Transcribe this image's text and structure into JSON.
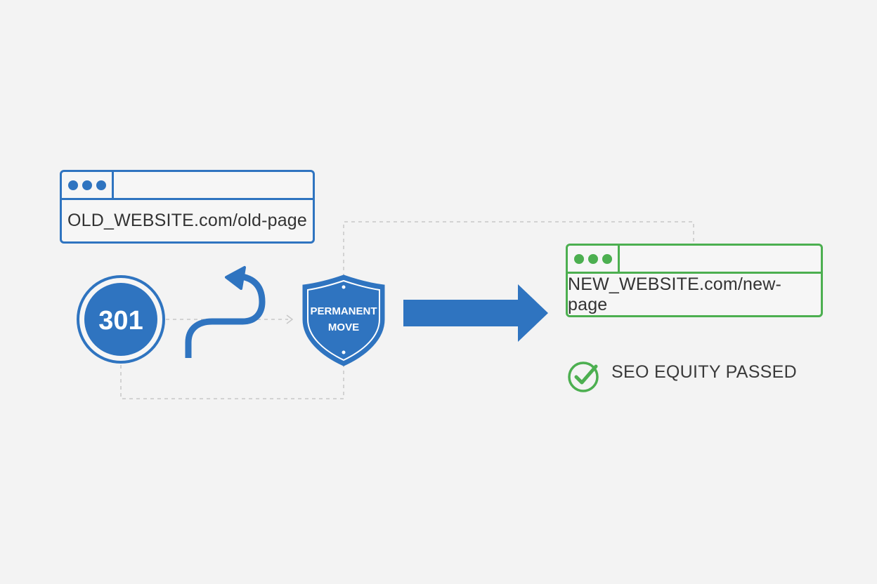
{
  "old_page": {
    "url": "OLD_WEBSITE.com/old-page"
  },
  "new_page": {
    "url": "NEW_WEBSITE.com/new-page"
  },
  "status_code": {
    "label": "301"
  },
  "shield": {
    "line1": "PERMANENT",
    "line2": "MOVE"
  },
  "result": {
    "label": "SEO EQUITY PASSED"
  },
  "colors": {
    "primary_blue": "#2f74c0",
    "success_green": "#4caf50",
    "connector_gray": "#c8c8c8",
    "background": "#f3f3f3"
  },
  "icons": {
    "dots": "window-dots-icon",
    "redirect": "redirect-arrow-icon",
    "forward": "forward-arrow-icon",
    "check": "check-circle-icon",
    "shield": "shield-icon"
  }
}
